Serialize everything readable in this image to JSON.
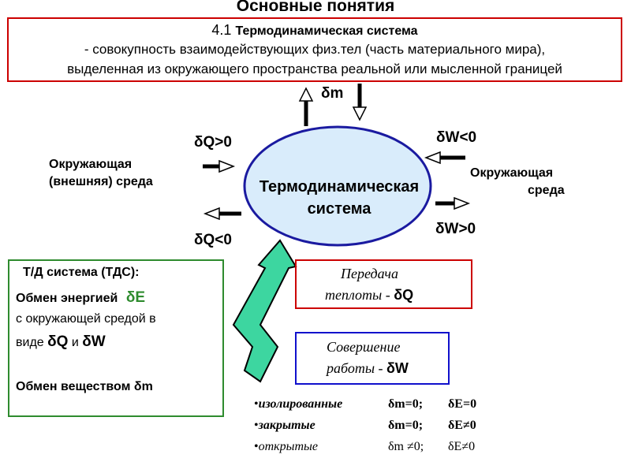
{
  "title": "Основные понятия",
  "definition": {
    "number": "4.1",
    "term": "Термодинамическая система",
    "line1": "- совокупность взаимодействующих физ.тел (часть материального мира),",
    "line2": "выделенная из окружающего пространства реальной или мысленной границей"
  },
  "diagram": {
    "system_label_1": "Термодинамическая",
    "system_label_2": "система",
    "dm": "δm",
    "dq_pos": "δQ>0",
    "dq_neg": "δQ<0",
    "dw_neg": "δW<0",
    "dw_pos": "δW>0",
    "env_left_1": "Окружающая",
    "env_left_2": "(внешняя) среда",
    "env_right_1": "Окружающая",
    "env_right_2": "среда",
    "colors": {
      "ellipse_fill": "#d9ecfb",
      "ellipse_stroke": "#1a1aa0",
      "big_arrow": "#3dd6a0",
      "arrow": "#000000"
    }
  },
  "tds_box": {
    "title": "Т/Д система (ТДС):",
    "energy_prefix": "Обмен энергией",
    "energy_symbol": "δE",
    "line2": "с окружающей средой в",
    "line3_prefix": "виде",
    "line3_q": "δQ",
    "line3_and": "и",
    "line3_w": "δW",
    "matter": "Обмен веществом δm"
  },
  "heat_box": {
    "line1": "Передача",
    "line2_prefix": "теплоты -",
    "line2_symbol": "δQ"
  },
  "work_box": {
    "line1": "Совершение",
    "line2_prefix": "работы -",
    "line2_symbol": "δW"
  },
  "classes": [
    {
      "bullet": "•",
      "name": "изолированные",
      "cond1": "δm=0;",
      "cond2": "δE=0"
    },
    {
      "bullet": "•",
      "name": "закрытые",
      "cond1": "δm=0;",
      "cond2": "δE≠0"
    },
    {
      "bullet": "•",
      "name": "открытые",
      "cond1": "δm ≠0;",
      "cond2": "δE≠0"
    }
  ]
}
